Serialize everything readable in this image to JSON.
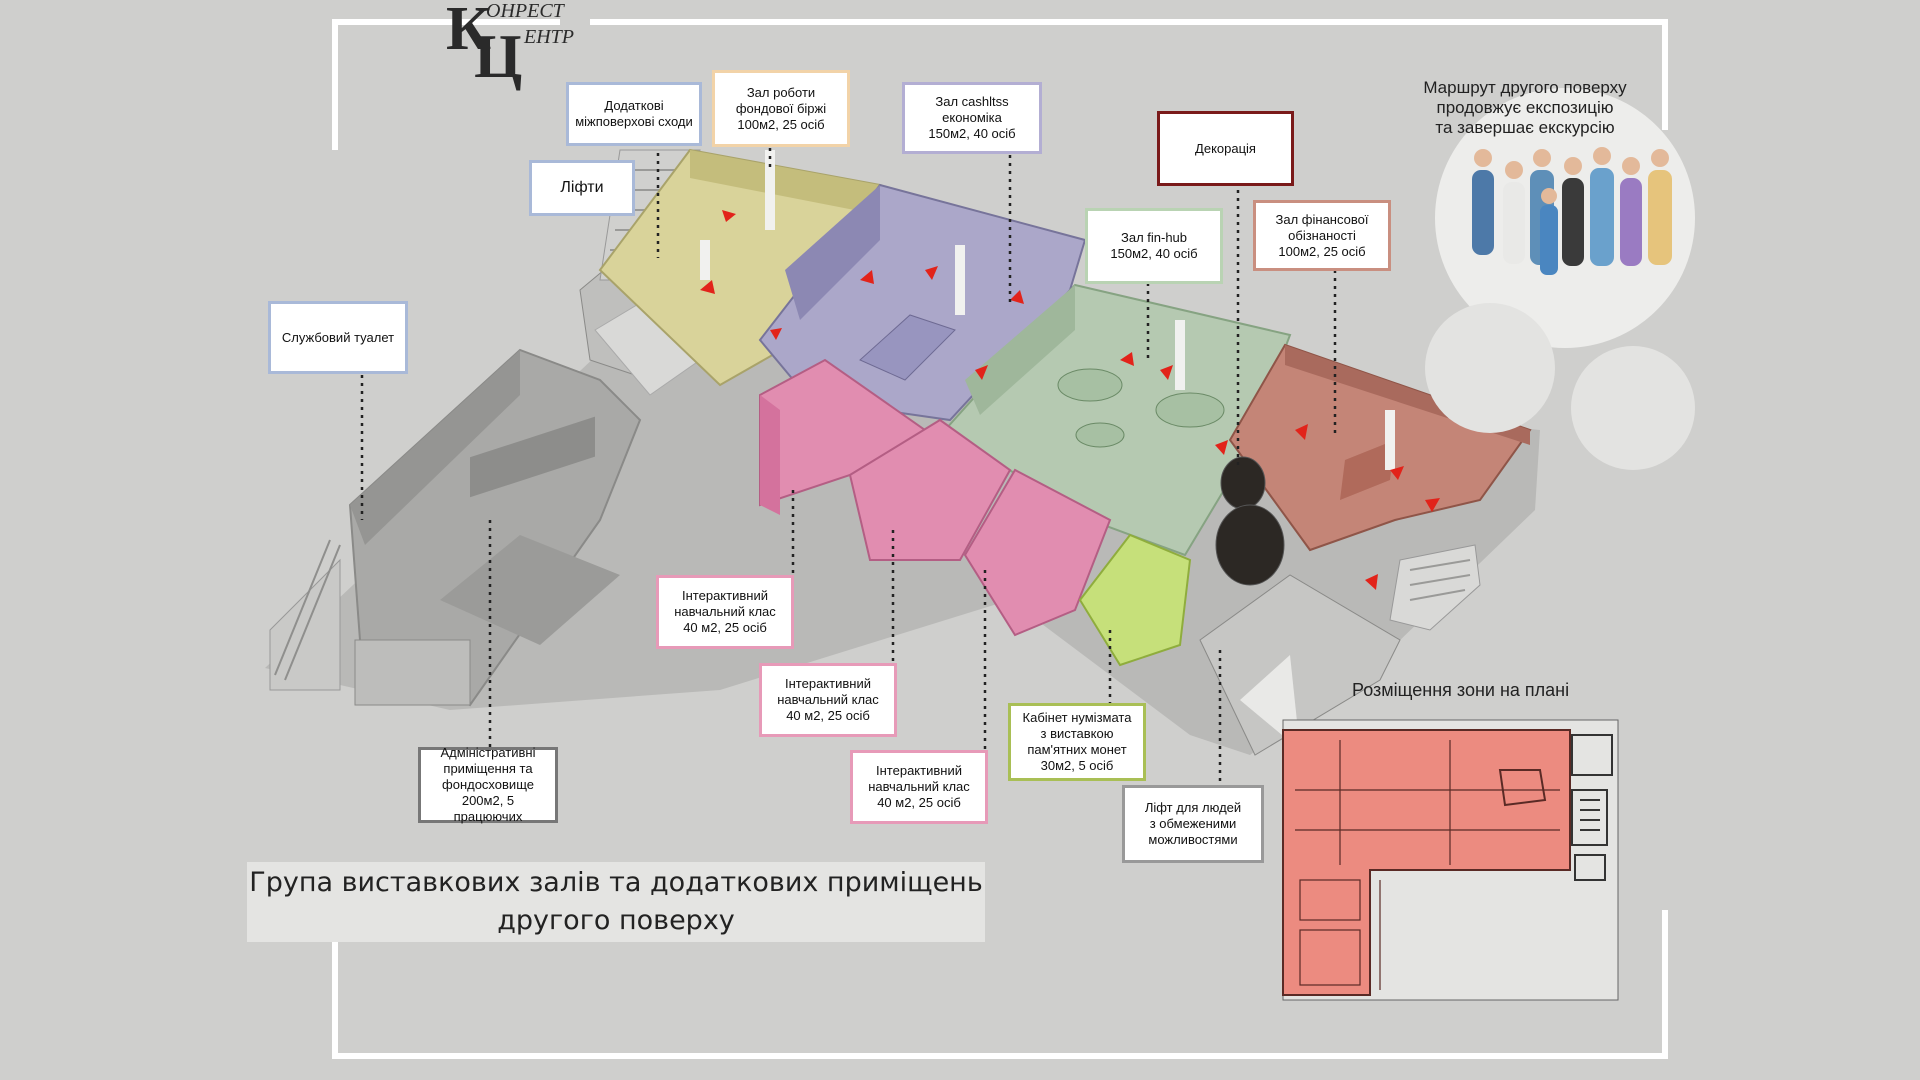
{
  "logo": {
    "letter1": "К",
    "text1": "ОНРЕСТ",
    "letter2": "Ц",
    "text2": "ЕНТР"
  },
  "title": {
    "line1": "Група виставкових залів та додаткових приміщень",
    "line2": "другого поверху"
  },
  "route_note": {
    "line1": "Маршрут другого поверху",
    "line2": "продовжує експозицію",
    "line3": "та завершає екскурсію"
  },
  "plan_caption": "Розміщення зони на плані",
  "labels": [
    {
      "id": "stairs",
      "lines": [
        "Додаткові",
        "міжповерхові сходи"
      ],
      "border": "#a9b9d8"
    },
    {
      "id": "stock-exchange",
      "lines": [
        "Зал роботи",
        "фондової біржі",
        "100м2, 25 осіб"
      ],
      "border": "#f2d3a8"
    },
    {
      "id": "cashless",
      "lines": [
        "Зал cashltss",
        "економіка",
        "150м2, 40 осіб"
      ],
      "border": "#b3aed3"
    },
    {
      "id": "decoration",
      "lines": [
        "Декорація"
      ],
      "border": "#7a1a1a"
    },
    {
      "id": "lifts",
      "lines": [
        "Ліфти"
      ],
      "border": "#a9b9d8"
    },
    {
      "id": "fin-hub",
      "lines": [
        "Зал fin-hub",
        "150м2, 40 осіб"
      ],
      "border": "#b9d3b3"
    },
    {
      "id": "fin-literacy",
      "lines": [
        "Зал фінансової",
        "обізнаності",
        "100м2, 25 осіб"
      ],
      "border": "#c98f80"
    },
    {
      "id": "toilet",
      "lines": [
        "Службовий туалет"
      ],
      "border": "#a9b9d8"
    },
    {
      "id": "class-1",
      "lines": [
        "Інтерактивний",
        "навчальний клас",
        "40 м2, 25 осіб"
      ],
      "border": "#e79ab8"
    },
    {
      "id": "class-2",
      "lines": [
        "Інтерактивний",
        "навчальний клас",
        "40 м2, 25 осіб"
      ],
      "border": "#e79ab8"
    },
    {
      "id": "class-3",
      "lines": [
        "Інтерактивний",
        "навчальний клас",
        "40 м2, 25 осіб"
      ],
      "border": "#e79ab8"
    },
    {
      "id": "numismatist",
      "lines": [
        "Кабінет нумізмата",
        "з виставкою",
        "пам'ятних монет",
        "30м2, 5 осіб"
      ],
      "border": "#a9bf55"
    },
    {
      "id": "accessible-lift",
      "lines": [
        "Ліфт для людей",
        "з обмеженими",
        "можливостями"
      ],
      "border": "#999999"
    },
    {
      "id": "admin",
      "lines": [
        "Адміністративні",
        "приміщення та",
        "фондосховище",
        "200м2, 5 працюючих"
      ],
      "border": "#777777"
    }
  ],
  "colors": {
    "background": "#cfcfcd",
    "frame": "#ffffff",
    "stock_exchange_zone": "#d9d39a",
    "cashless_zone": "#aba7c9",
    "fin_hub_zone": "#b5c9b1",
    "fin_literacy_zone": "#c48577",
    "classroom_zone": "#e18db0",
    "numismatist_zone": "#c6e07a",
    "admin_zone": "#a7a7a5",
    "plan_zone": "#ec8b80",
    "route_arrow": "#e2231a"
  }
}
